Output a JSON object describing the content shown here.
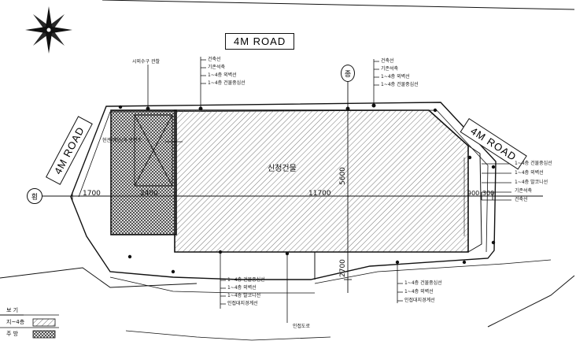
{
  "roads": {
    "top": "4M ROAD",
    "right": "4M ROAD",
    "left": "4M ROAD"
  },
  "building_label": "신청건물",
  "axis_markers": {
    "vertical": "종",
    "horizontal": "횡"
  },
  "dimensions": {
    "left_offset": "1700",
    "block_width": "2400",
    "main_width": "11700",
    "right_a": "900",
    "right_b": "300",
    "height_main": "5600",
    "height_lower": "2700"
  },
  "annotations": {
    "top_left_callout": "시외수구 관찰",
    "top_center": [
      "건축선",
      "기존석축",
      "1~4층 외벽선",
      "1~4층 건물중심선"
    ],
    "top_right": [
      "건축선",
      "기존석축",
      "1~4층 외벽선",
      "1~4층 건물중심선"
    ],
    "left_callout": "현관/계단/개 방면조",
    "right_side": [
      "1~4층 건물중심선",
      "1~4층 외벽선",
      "1~4층 발코니선",
      "기존석축",
      "건축선"
    ],
    "bottom_left": [
      "1~4층 건물중심선",
      "1~4층 외벽선",
      "1~4층 발코니선",
      "인접대지경계선"
    ],
    "bottom_center": "인접도로",
    "bottom_right": [
      "1~4층 건물중심선",
      "1~4층 외벽선",
      "인접대지경계선"
    ]
  },
  "legend": {
    "title": "보 기",
    "rows": [
      "지~4층",
      "주 방"
    ]
  },
  "colors": {
    "line": "#111111",
    "hatch": "#555555",
    "background": "#ffffff"
  }
}
